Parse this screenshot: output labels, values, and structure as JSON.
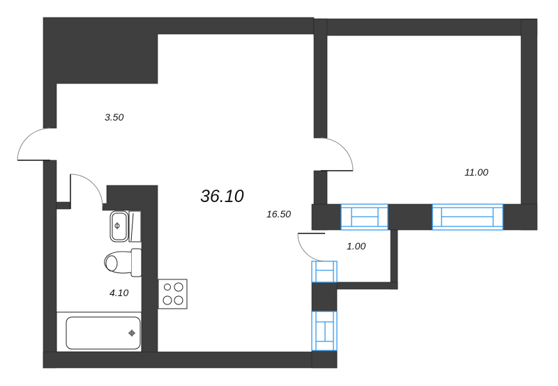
{
  "plan": {
    "total_area": "36.10",
    "rooms": [
      {
        "id": "hall",
        "area": "3.50"
      },
      {
        "id": "living-kitchen",
        "area": "16.50"
      },
      {
        "id": "bedroom",
        "area": "11.00"
      },
      {
        "id": "balcony",
        "area": "1.00"
      },
      {
        "id": "bathroom",
        "area": "4.10"
      }
    ],
    "colors": {
      "wall": "#3f3f3f",
      "window": "#3399ee",
      "fixture_line": "#222222",
      "background": "#ffffff"
    },
    "icons": [
      "front-door-icon",
      "interior-door-icon",
      "sink-icon",
      "toilet-icon",
      "bathtub-icon",
      "stove-icon",
      "window-icon"
    ]
  }
}
